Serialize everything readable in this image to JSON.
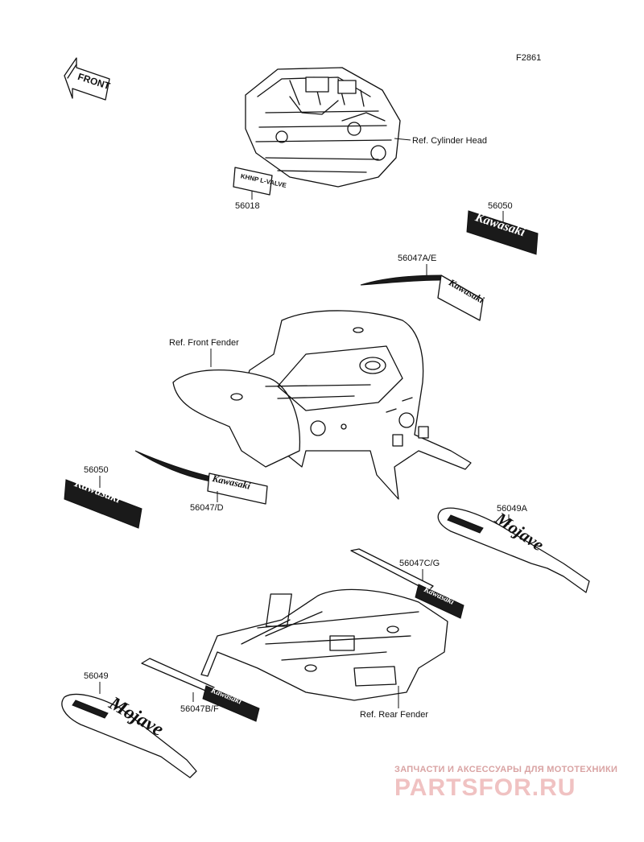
{
  "figure_code": "F2861",
  "front_arrow_text": "FRONT",
  "references": {
    "cylinder_head": "Ref. Cylinder Head",
    "front_fender": "Ref. Front Fender",
    "rear_fender": "Ref. Rear Fender"
  },
  "parts": {
    "p56018": "56018",
    "p56050_top": "56050",
    "p56047AE": "56047A/E",
    "p56050_left": "56050",
    "p56047D": "56047/D",
    "p56049A": "56049A",
    "p56047CG": "56047C/G",
    "p56049": "56049",
    "p56047BF": "56047B/F"
  },
  "decals": {
    "cylinder_head_label": "KHNP L-VALVE",
    "brand": "Kawasaki",
    "model": "Mojave"
  },
  "watermark": {
    "line1": "ЗАПЧАСТИ И АКСЕССУАРЫ ДЛЯ МОТОТЕХНИКИ",
    "line2": "PARTSFOR.RU"
  }
}
